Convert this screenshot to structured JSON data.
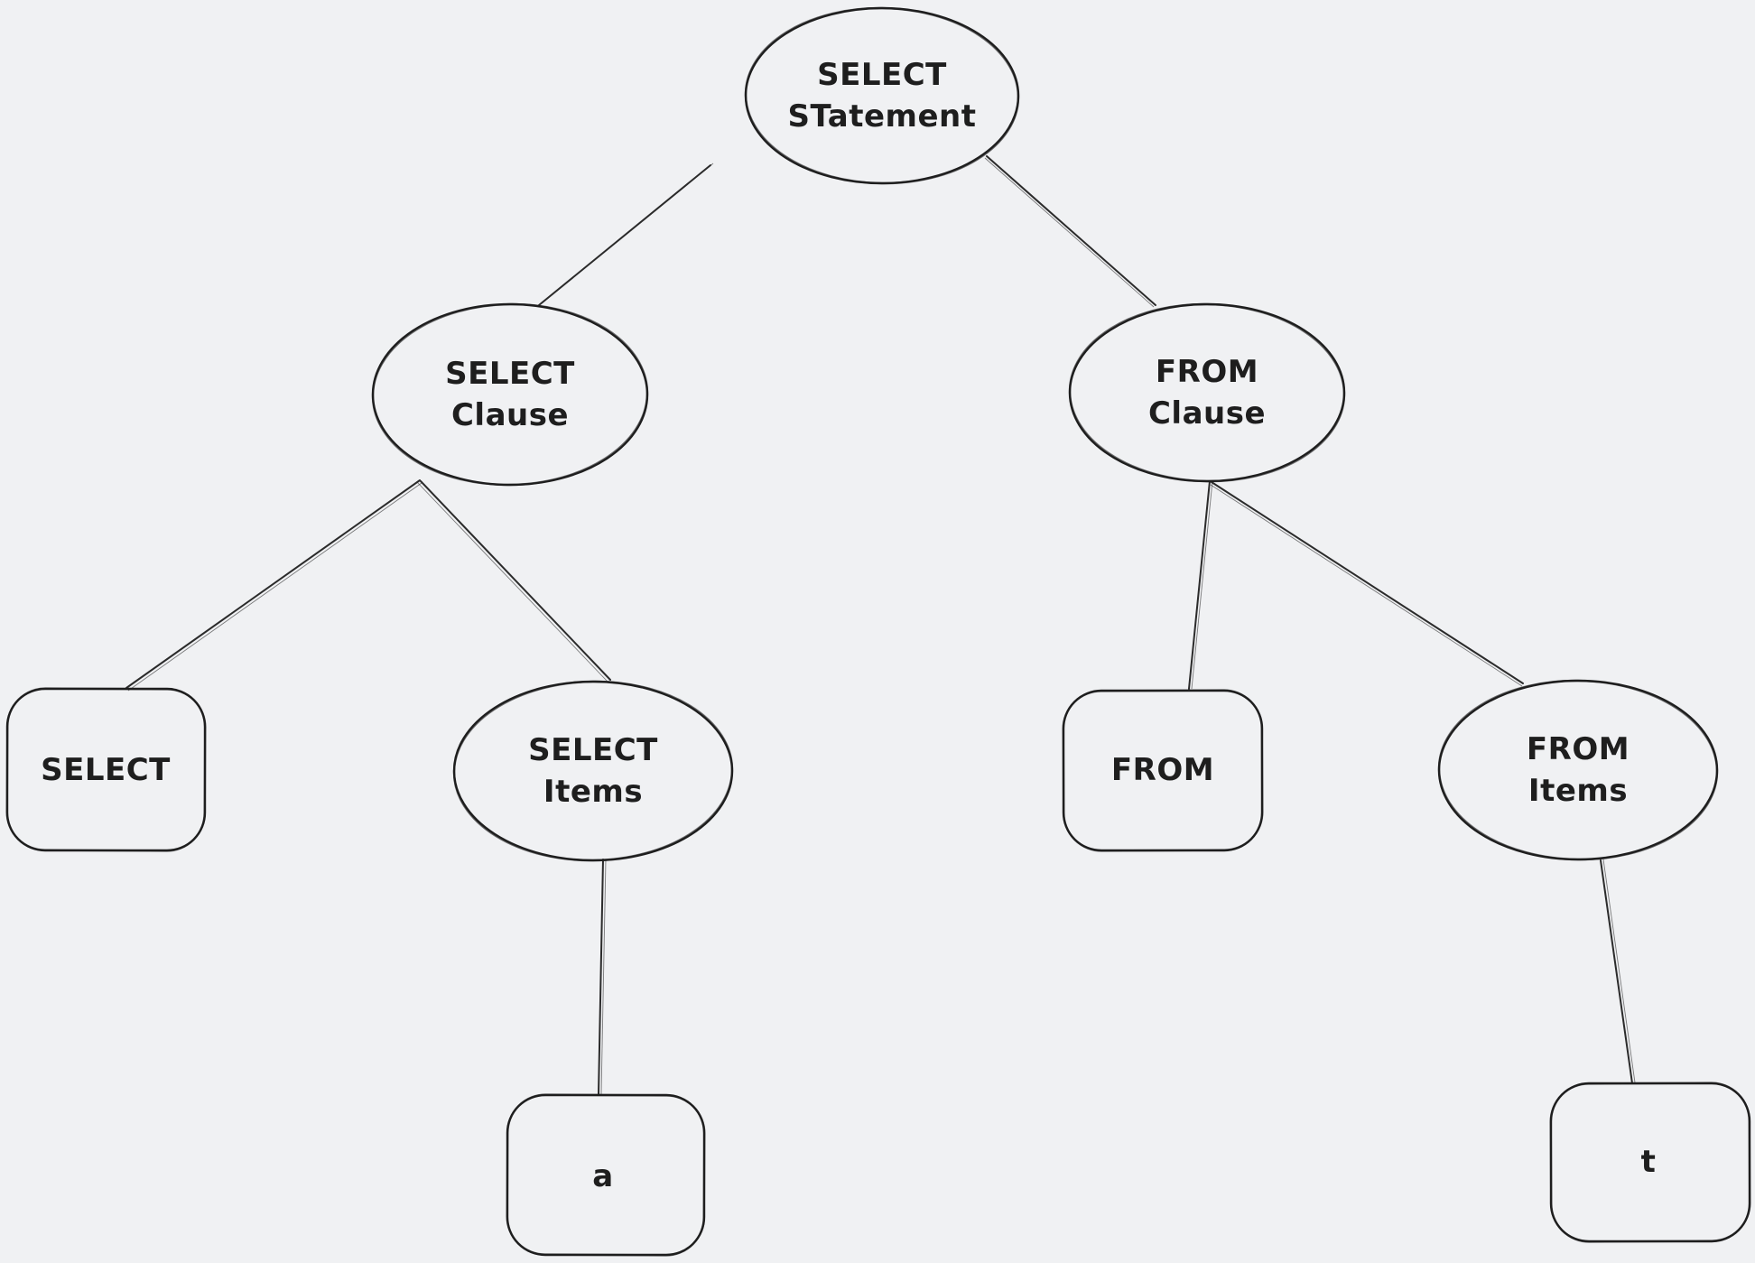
{
  "canvas": {
    "background_color": "#f0f1f3",
    "stroke_color": "#1e1e1e"
  },
  "diagram": {
    "type": "tree",
    "nodes": {
      "select_statement": {
        "shape": "ellipse",
        "lines": [
          "SELECT",
          "STatement"
        ]
      },
      "select_clause": {
        "shape": "ellipse",
        "lines": [
          "SELECT",
          "Clause"
        ]
      },
      "from_clause": {
        "shape": "ellipse",
        "lines": [
          "FROM",
          "Clause"
        ]
      },
      "select_keyword": {
        "shape": "rectangle",
        "lines": [
          "SELECT"
        ]
      },
      "select_items": {
        "shape": "ellipse",
        "lines": [
          "SELECT",
          "Items"
        ]
      },
      "from_keyword": {
        "shape": "rectangle",
        "lines": [
          "FROM"
        ]
      },
      "from_items": {
        "shape": "ellipse",
        "lines": [
          "FROM",
          "Items"
        ]
      },
      "select_item_a": {
        "shape": "rectangle",
        "lines": [
          "a"
        ]
      },
      "from_item_t": {
        "shape": "rectangle",
        "lines": [
          "t"
        ]
      }
    },
    "edges": [
      {
        "from": "select_statement",
        "to": "select_clause"
      },
      {
        "from": "select_statement",
        "to": "from_clause"
      },
      {
        "from": "select_clause",
        "to": "select_keyword"
      },
      {
        "from": "select_clause",
        "to": "select_items"
      },
      {
        "from": "from_clause",
        "to": "from_keyword"
      },
      {
        "from": "from_clause",
        "to": "from_items"
      },
      {
        "from": "select_items",
        "to": "select_item_a"
      },
      {
        "from": "from_items",
        "to": "from_item_t"
      }
    ]
  }
}
